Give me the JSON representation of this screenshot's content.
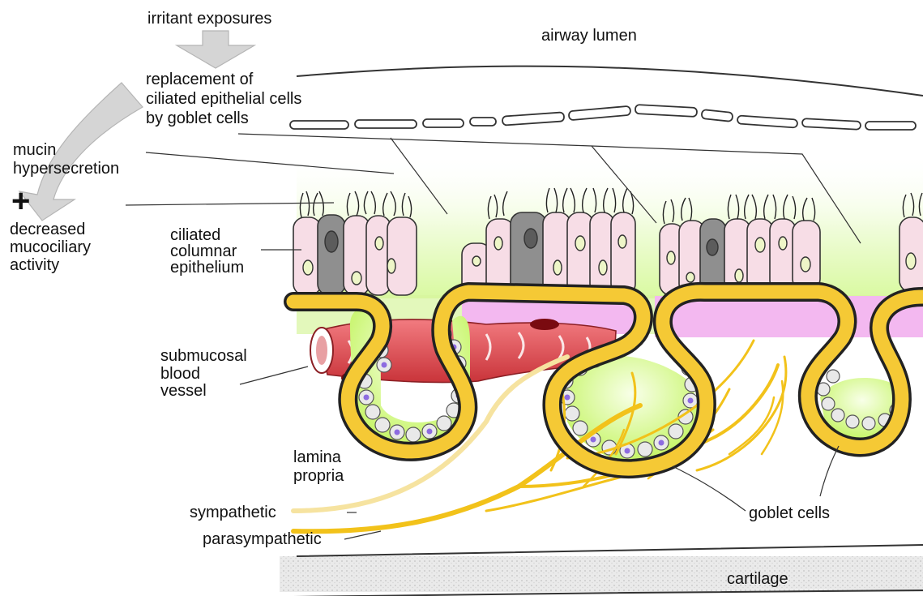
{
  "labels": {
    "irritant_exposures": "irritant exposures",
    "airway_lumen": "airway lumen",
    "replacement_line1": "replacement of",
    "replacement_line2": "ciliated epithelial cells",
    "replacement_line3": "by goblet cells",
    "mucin_line1": "mucin",
    "mucin_line2": "hypersecretion",
    "plus_sign": "+",
    "decreased_line1": "decreased",
    "decreased_line2": "mucociliary",
    "decreased_line3": "activity",
    "ciliated_line1": "ciliated",
    "ciliated_line2": "columnar",
    "ciliated_line3": "epithelium",
    "submucosal_line1": "submucosal",
    "submucosal_line2": "blood",
    "submucosal_line3": "vessel",
    "lamina_line1": "lamina",
    "lamina_line2": "propria",
    "sympathetic": "sympathetic",
    "parasympathetic": "parasympathetic",
    "goblet_cells": "goblet cells",
    "cartilage": "cartilage"
  },
  "colors": {
    "gland_wall": "#f5c935",
    "gland_outline": "#222222",
    "epithelium_fill": "#f7dde6",
    "goblet_fill": "#8f8f8f",
    "mucus_green": "#c6f56a",
    "lamina_pink": "#f3b8f0",
    "vessel_red": "#e8555a",
    "nerve_yellow": "#f2c21a",
    "sympathetic_pale": "#f6e3a0",
    "cartilage_gray": "#d8d8d8",
    "arrow_gray": "#d5d5d5"
  }
}
